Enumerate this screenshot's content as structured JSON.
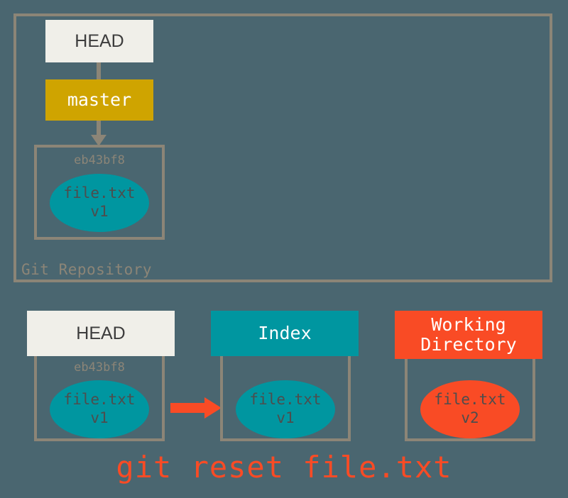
{
  "diagram": {
    "title": "git reset file.txt",
    "background_color": "#4a6670",
    "colors": {
      "background": "#4a6670",
      "frame_gray": "#8c8577",
      "head_box": "#f0efe9",
      "master_gold": "#cfa400",
      "index_teal": "#0096a0",
      "working_orange": "#f94b25",
      "text_dark": "#3d3d3d"
    }
  },
  "repository": {
    "caption": "Git Repository",
    "head_label": "HEAD",
    "branch_label": "master",
    "commit": {
      "hash": "eb43bf8",
      "blob_label": "file.txt\nv1",
      "blob_color": "#0096a0"
    }
  },
  "trees": {
    "head": {
      "title": "HEAD",
      "hash": "eb43bf8",
      "blob_label": "file.txt\nv1",
      "blob_color": "#0096a0"
    },
    "index": {
      "title": "Index",
      "blob_label": "file.txt\nv1",
      "blob_color": "#0096a0"
    },
    "working": {
      "title": "Working\nDirectory",
      "blob_label": "file.txt\nv2",
      "blob_color": "#f94b25"
    }
  },
  "arrows": {
    "head_to_master": "arrow-down",
    "master_to_commit": "arrow-down",
    "head_to_index": "arrow-right-orange"
  },
  "command": "git reset file.txt"
}
